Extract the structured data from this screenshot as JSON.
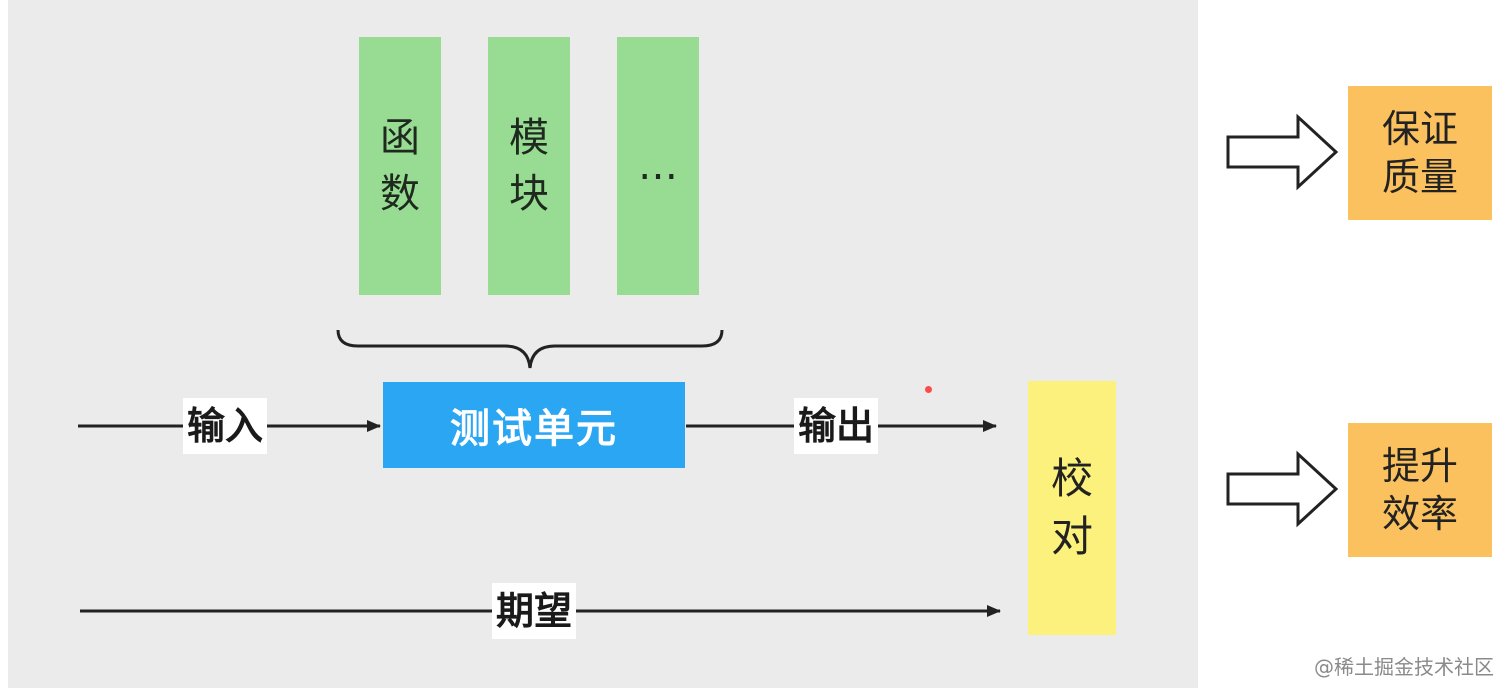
{
  "components": {
    "function_label": "函数",
    "module_label": "模块",
    "more_label": "…"
  },
  "unit_under_test": "测试单元",
  "flow": {
    "input_label": "输入",
    "output_label": "输出",
    "expected_label": "期望"
  },
  "check_label": "校对",
  "results": {
    "quality_label": "保证质量",
    "efficiency_label": "提升效率"
  },
  "footer_text": "@稀土掘金技术社区",
  "colors": {
    "component_fill": "#98dc94",
    "unit_fill": "#2aa6f2",
    "check_fill": "#fbf17c",
    "result_fill": "#fbc15e"
  }
}
